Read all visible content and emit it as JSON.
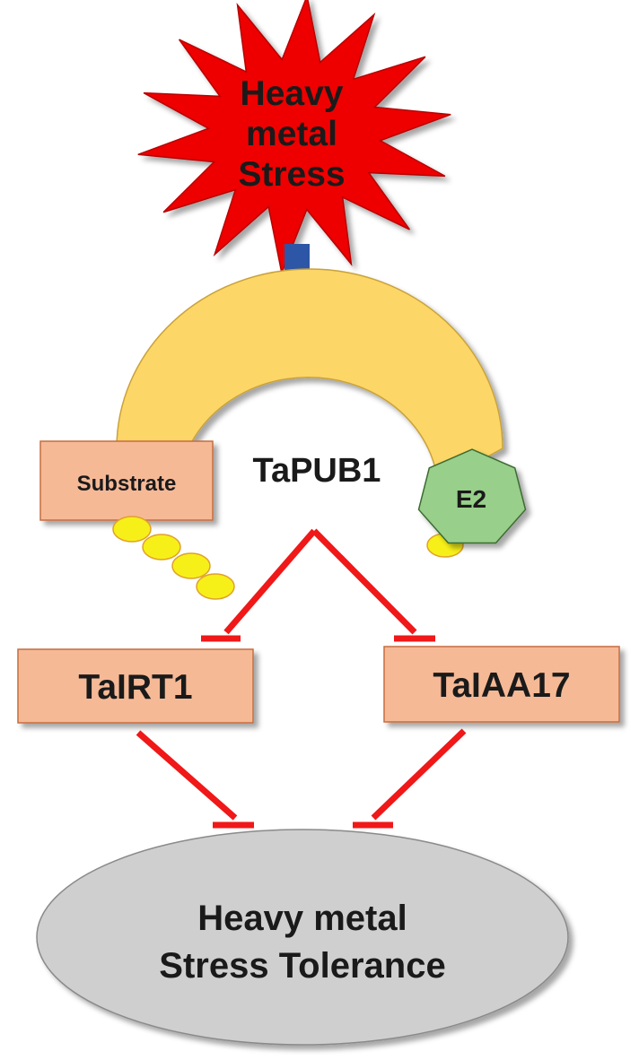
{
  "stress_burst": {
    "lines": [
      "Heavy",
      "metal",
      "Stress"
    ],
    "color": "#ee0000",
    "text_color": "#1a1a1a"
  },
  "arrow": {
    "color": "#2e56a7"
  },
  "arc": {
    "color": "#fcd666",
    "stroke": "#c9a23a"
  },
  "substrate": {
    "label": "Substrate",
    "color": "#f6b996",
    "stroke": "#c56d3f"
  },
  "ubiquitin": {
    "color": "#f7f018",
    "stroke": "#e0a12a",
    "count": 5
  },
  "tapub1": {
    "label": "TaPUB1"
  },
  "e2": {
    "label": "E2",
    "color": "#98cf8a",
    "stroke": "#3d6b31"
  },
  "inhibition": {
    "color": "#f01818"
  },
  "tairt1": {
    "label": "TaIRT1",
    "color": "#f6b996"
  },
  "taiaa17": {
    "label": "TaIAA17",
    "color": "#f6b996"
  },
  "tolerance": {
    "lines": [
      "Heavy metal",
      "Stress Tolerance"
    ],
    "color": "#cfcfcf",
    "stroke": "#8a8a8a"
  }
}
